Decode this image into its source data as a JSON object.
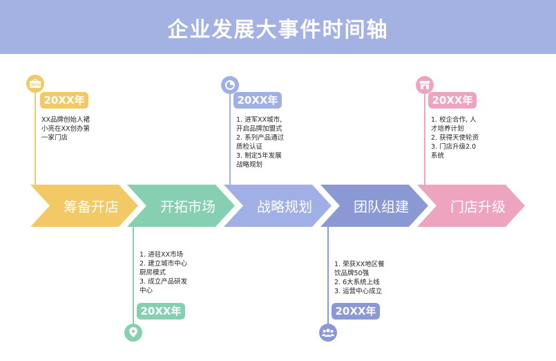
{
  "title": "企业发展大事件时间轴",
  "colors": {
    "header": "#a3b2e3",
    "yellow": "#f2c964",
    "green": "#86d0b1",
    "blue": "#a0b0e6",
    "navy": "#8a98d4",
    "pink": "#eea4be"
  },
  "stages": [
    {
      "label": "筹备开店",
      "color": "#f2c964"
    },
    {
      "label": "开拓市场",
      "color": "#86d0b1"
    },
    {
      "label": "战略规划",
      "color": "#a0b0e6"
    },
    {
      "label": "团队组建",
      "color": "#8a98d4"
    },
    {
      "label": "门店升级",
      "color": "#eea4be"
    }
  ],
  "events": [
    {
      "icon": "open-sign-icon",
      "icon_text": "OPEN",
      "year": "20XX年",
      "lines": [
        "XX品牌创始人裙",
        "小亮在XX创办第",
        "一家门店"
      ]
    },
    {
      "icon": "location-pin-icon",
      "year": "20XX年",
      "lines": [
        "1. 进驻XX市场",
        "2. 建立城市中心",
        "   厨房模式",
        "3. 成立产品研发",
        "   中心"
      ]
    },
    {
      "icon": "chart-icon",
      "year": "20XX年",
      "lines": [
        "1. 进军XX城市,",
        "开启品牌加盟式",
        "2. 系列产品通过",
        "质检认证",
        "3. 制定5年发展",
        "战略规划"
      ]
    },
    {
      "icon": "team-icon",
      "year": "20XX年",
      "lines": [
        "1. 荣获XX地区餐",
        "饮品牌50强",
        "2. 6大系统上线",
        "3. 运营中心成立"
      ]
    },
    {
      "icon": "storefront-icon",
      "year": "20XX年",
      "lines": [
        "1. 校企合作, 人",
        "才培养计划",
        "2. 获得天使轮资",
        "3. 门店升级2.0",
        "系统"
      ]
    }
  ]
}
